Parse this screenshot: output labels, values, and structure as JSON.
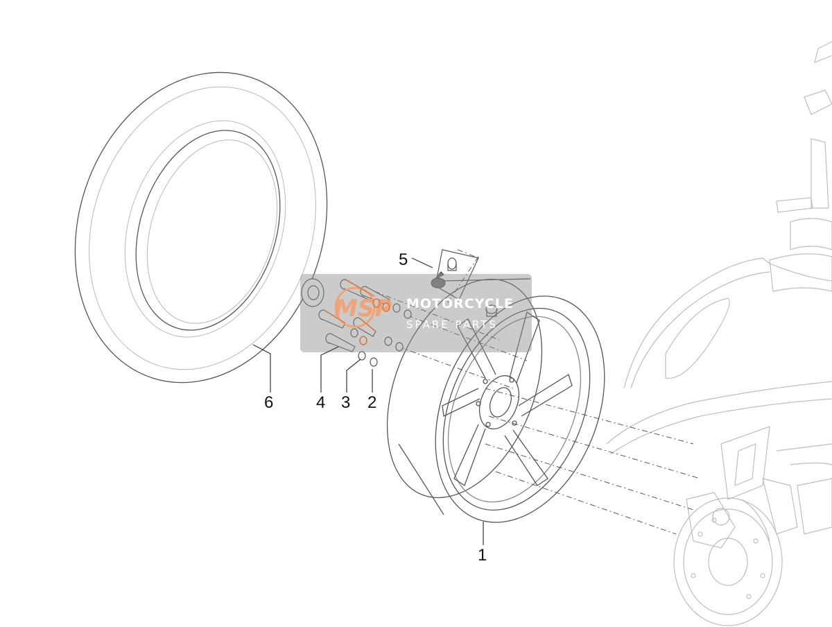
{
  "callouts": {
    "wheel": "1",
    "washer_small": "2",
    "washer": "3",
    "screw": "4",
    "valve": "5",
    "tyre": "6"
  },
  "watermark": {
    "logo": "MSP",
    "line1": "MOTORCYCLE",
    "line2": "SPARE PARTS"
  },
  "colors": {
    "line": "#555555",
    "line_light": "#b8b8b8",
    "watermark_bg": "#8c8c8c",
    "watermark_logo": "#f0a070",
    "highlight": "#e07a3a"
  }
}
